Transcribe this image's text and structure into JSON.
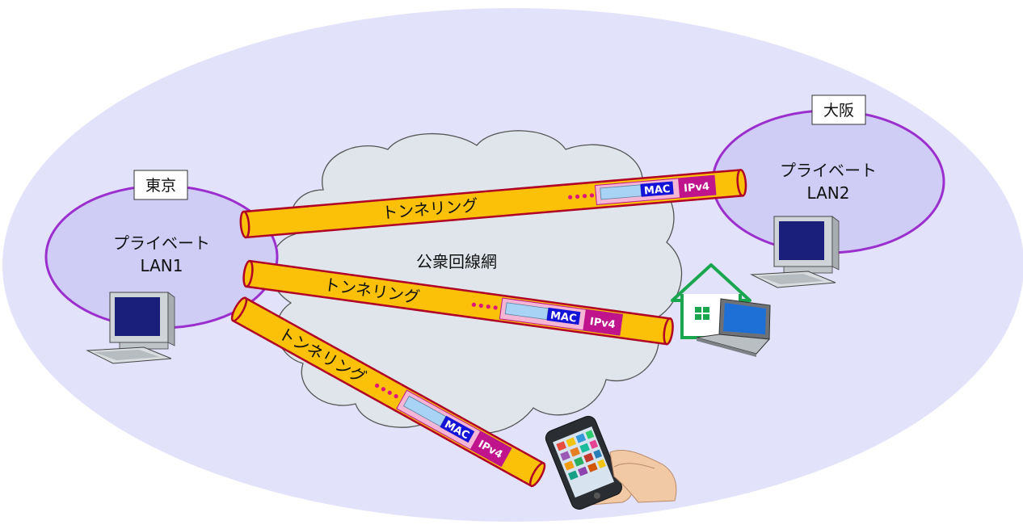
{
  "colors": {
    "outer_ellipse": "#e3e2fb",
    "lan_fill": "#cfcdf6",
    "lan_stroke": "#9b2fce",
    "cloud_fill": "#dfe5ea",
    "cloud_stroke": "#555555",
    "tube_fill": "#fbc008",
    "tube_stroke": "#b00025",
    "dots": "#e0157a",
    "mac_fill": "#1414d8",
    "ipv4_fill": "#c0148c",
    "frame_fill": "#f4b6d4",
    "house_stroke": "#1aa64f"
  },
  "sites": {
    "tokyo": {
      "region_label": "東京",
      "lan_line1": "プライベート",
      "lan_line2": "LAN1"
    },
    "osaka": {
      "region_label": "大阪",
      "lan_line1": "プライベート",
      "lan_line2": "LAN2"
    }
  },
  "cloud": {
    "label": "公衆回線網"
  },
  "tunnels": [
    {
      "label": "トンネリング",
      "mac": "MAC",
      "ip": "IPv4"
    },
    {
      "label": "トンネリング",
      "mac": "MAC",
      "ip": "IPv4"
    },
    {
      "label": "トンネリング",
      "mac": "MAC",
      "ip": "IPv4"
    }
  ],
  "icons": {
    "lan1_pc": "desktop-computer-icon",
    "lan2_pc": "desktop-computer-icon",
    "home": "house-icon",
    "laptop": "laptop-icon",
    "phone": "smartphone-hand-icon"
  }
}
